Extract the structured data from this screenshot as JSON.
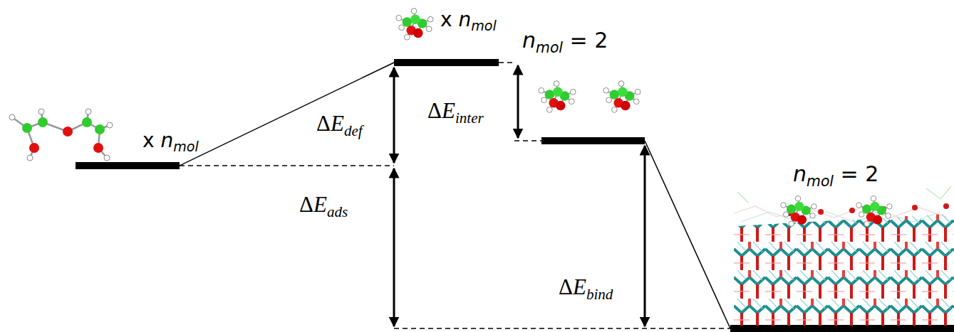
{
  "diagram": {
    "labels": [
      "x nmol",
      "nmol = 2",
      "x nmol",
      "ΔEinter",
      "ΔEdef",
      "ΔEads",
      "ΔEbind",
      "nmol = 2"
    ]
  }
}
